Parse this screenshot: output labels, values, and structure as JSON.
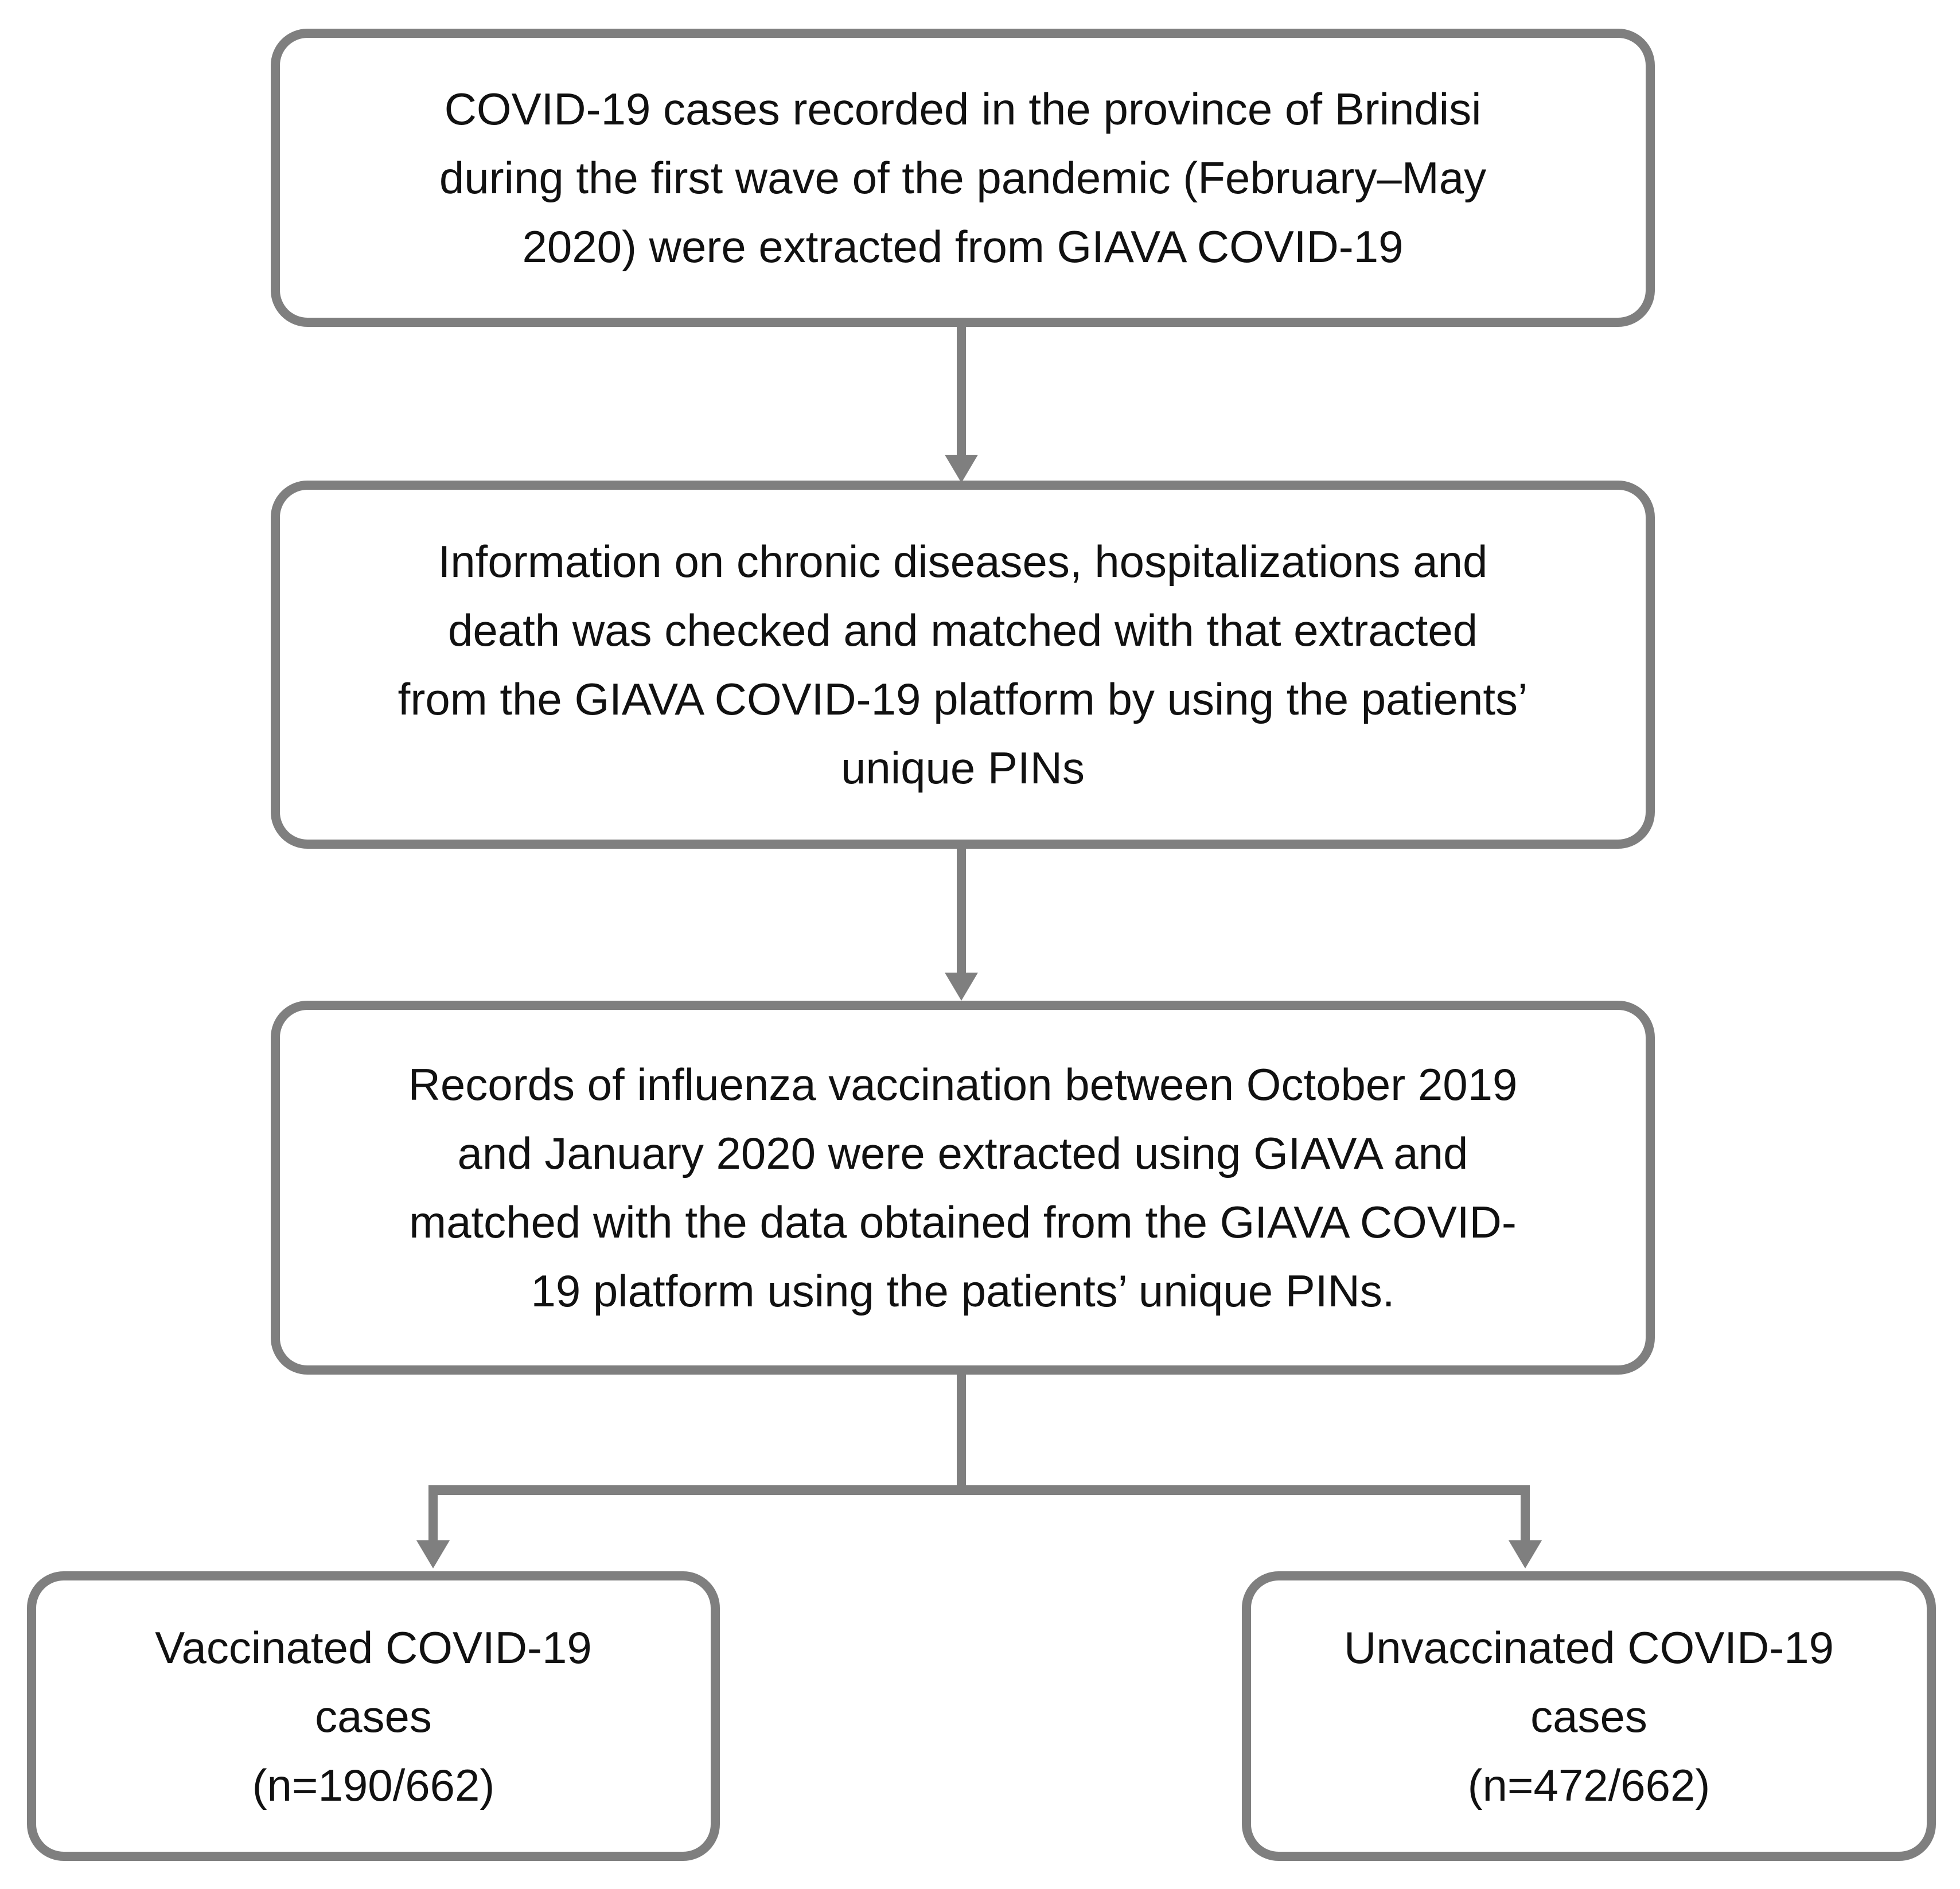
{
  "flowchart": {
    "description": "Study flow diagram of COVID-19 cases and influenza vaccination matching",
    "boxes": [
      {
        "id": "source-box",
        "lines": [
          "COVID-19 cases recorded in the province of Brindisi",
          "during the first wave of the pandemic (February–May",
          "2020) were extracted from GIAVA COVID-19"
        ]
      },
      {
        "id": "matching-box",
        "lines": [
          "Information on chronic diseases, hospitalizations and",
          "death was checked and matched with that extracted",
          "from the GIAVA COVID-19 platform by using the patients’",
          "unique PINs"
        ]
      },
      {
        "id": "influenza-records-box",
        "lines": [
          "Records of influenza vaccination between October 2019",
          "and January 2020 were extracted using GIAVA and",
          "matched with the data obtained from the GIAVA COVID-",
          "19 platform using the patients’ unique PINs."
        ]
      },
      {
        "id": "vaccinated-cases-box",
        "lines": [
          "Vaccinated COVID-19",
          "cases",
          "(n=190/662)"
        ]
      },
      {
        "id": "unvaccinated-cases-box",
        "lines": [
          "Unvaccinated COVID-19",
          "cases",
          "(n=472/662)"
        ]
      }
    ],
    "counts": {
      "vaccinated": "n=190/662",
      "unvaccinated": "n=472/662"
    },
    "colors": {
      "line": "#7f7f7f",
      "text": "#111111",
      "background": "#ffffff"
    }
  }
}
